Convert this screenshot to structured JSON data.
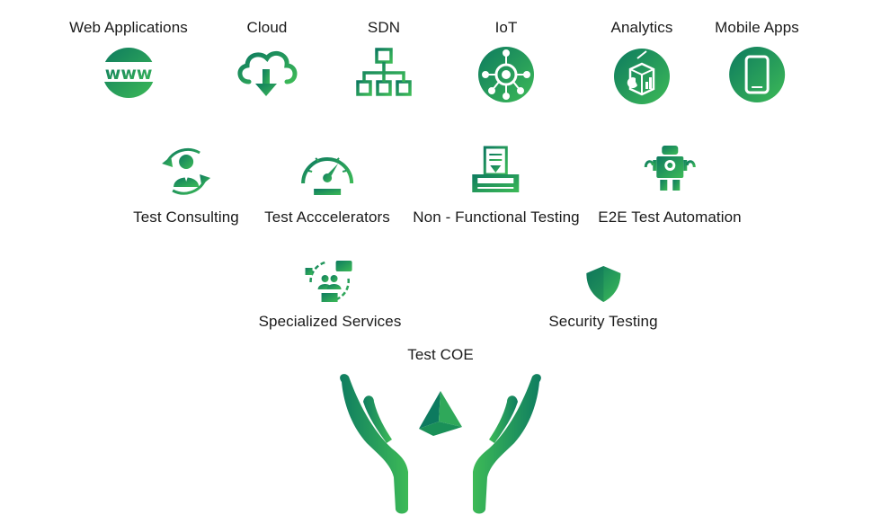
{
  "top_row": [
    {
      "label": "Web Applications",
      "icon": "www-icon"
    },
    {
      "label": "Cloud",
      "icon": "cloud-download-icon"
    },
    {
      "label": "SDN",
      "icon": "network-hierarchy-icon"
    },
    {
      "label": "IoT",
      "icon": "iot-hub-icon"
    },
    {
      "label": "Analytics",
      "icon": "analytics-cube-icon"
    },
    {
      "label": "Mobile Apps",
      "icon": "mobile-phone-icon"
    }
  ],
  "middle_row": [
    {
      "label": "Test Consulting",
      "icon": "consultant-icon"
    },
    {
      "label": "Test Acccelerators",
      "icon": "speedometer-icon"
    },
    {
      "label": "Non - Functional Testing",
      "icon": "document-scanner-icon"
    },
    {
      "label": "E2E Test Automation",
      "icon": "robot-icon"
    }
  ],
  "bottom_row": [
    {
      "label": "Specialized Services",
      "icon": "support-services-icon"
    },
    {
      "label": "Security Testing",
      "icon": "shield-icon"
    }
  ],
  "base": {
    "label": "Test COE",
    "icon": "hands-pyramid-icon"
  },
  "colors": {
    "gradient_start": "#0d7a5f",
    "gradient_end": "#3dba57",
    "text": "#1a1a1a"
  }
}
